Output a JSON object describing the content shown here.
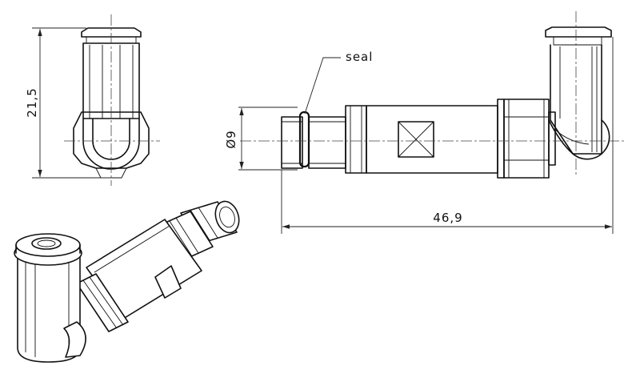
{
  "labels": {
    "seal": "seal",
    "dim_length": "46,9",
    "dim_height": "21,5",
    "dim_diameter": "Ø9"
  },
  "colors": {
    "line": "#111111",
    "background": "#ffffff"
  }
}
